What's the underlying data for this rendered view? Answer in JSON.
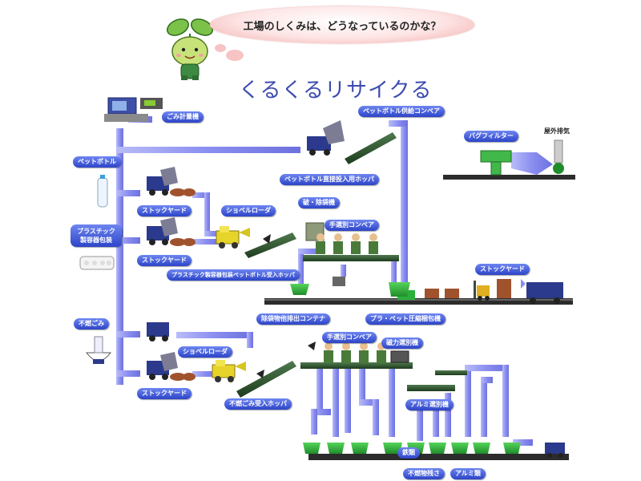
{
  "speech_bubble": "工場のしくみは、どうなっているのかな？",
  "title": "くるくるリサイクる",
  "labels": {
    "scale": "ごみ計量機",
    "pet_bottle": "ペットボトル",
    "plastic_packaging": "プラスチック製容器包装",
    "nonburnable": "不燃ごみ",
    "stockyard": "ストックヤード",
    "shovel_loader": "ショベルローダ",
    "pet_feed_conveyor": "ペットボトル供給コンベア",
    "pet_direct_hopper": "ペットボトル直接投入用ホッパ",
    "bag_breaker": "破・除袋機",
    "hand_sort_conveyor": "手選別コンベア",
    "plastic_pet_hopper": "プラスチック製容器包装ペットボトル受入ホッパ",
    "bag_container": "除袋物他排出コンテナ",
    "baler": "プラ・ペット圧縮梱包機",
    "bag_filter": "バグフィルター",
    "exhaust": "屋外排気",
    "nonburnable_hopper": "不燃ごみ受入ホッパ",
    "magnetic_separator": "磁力選別機",
    "aluminum_separator": "アルミ選別機",
    "iron": "鉄類",
    "nonburnable_residue": "不燃物残さ",
    "aluminum": "アルミ類"
  },
  "colors": {
    "label_blue": "#3a52d6",
    "pipe_blue": "#8b8ff0",
    "belt_green": "#2f5a2f",
    "bin_green": "#2fae3a",
    "truck_navy": "#2b3a8c",
    "title_blue": "#3d4bb0"
  },
  "icons": [
    "mascot-sprout-icon",
    "truck-icon",
    "scale-display-icon",
    "pet-bottle-icon",
    "egg-carton-icon",
    "rice-bowl-icon",
    "shovel-loader-icon",
    "worker-icon",
    "bin-icon",
    "forklift-icon",
    "bale-icon",
    "filter-icon"
  ]
}
